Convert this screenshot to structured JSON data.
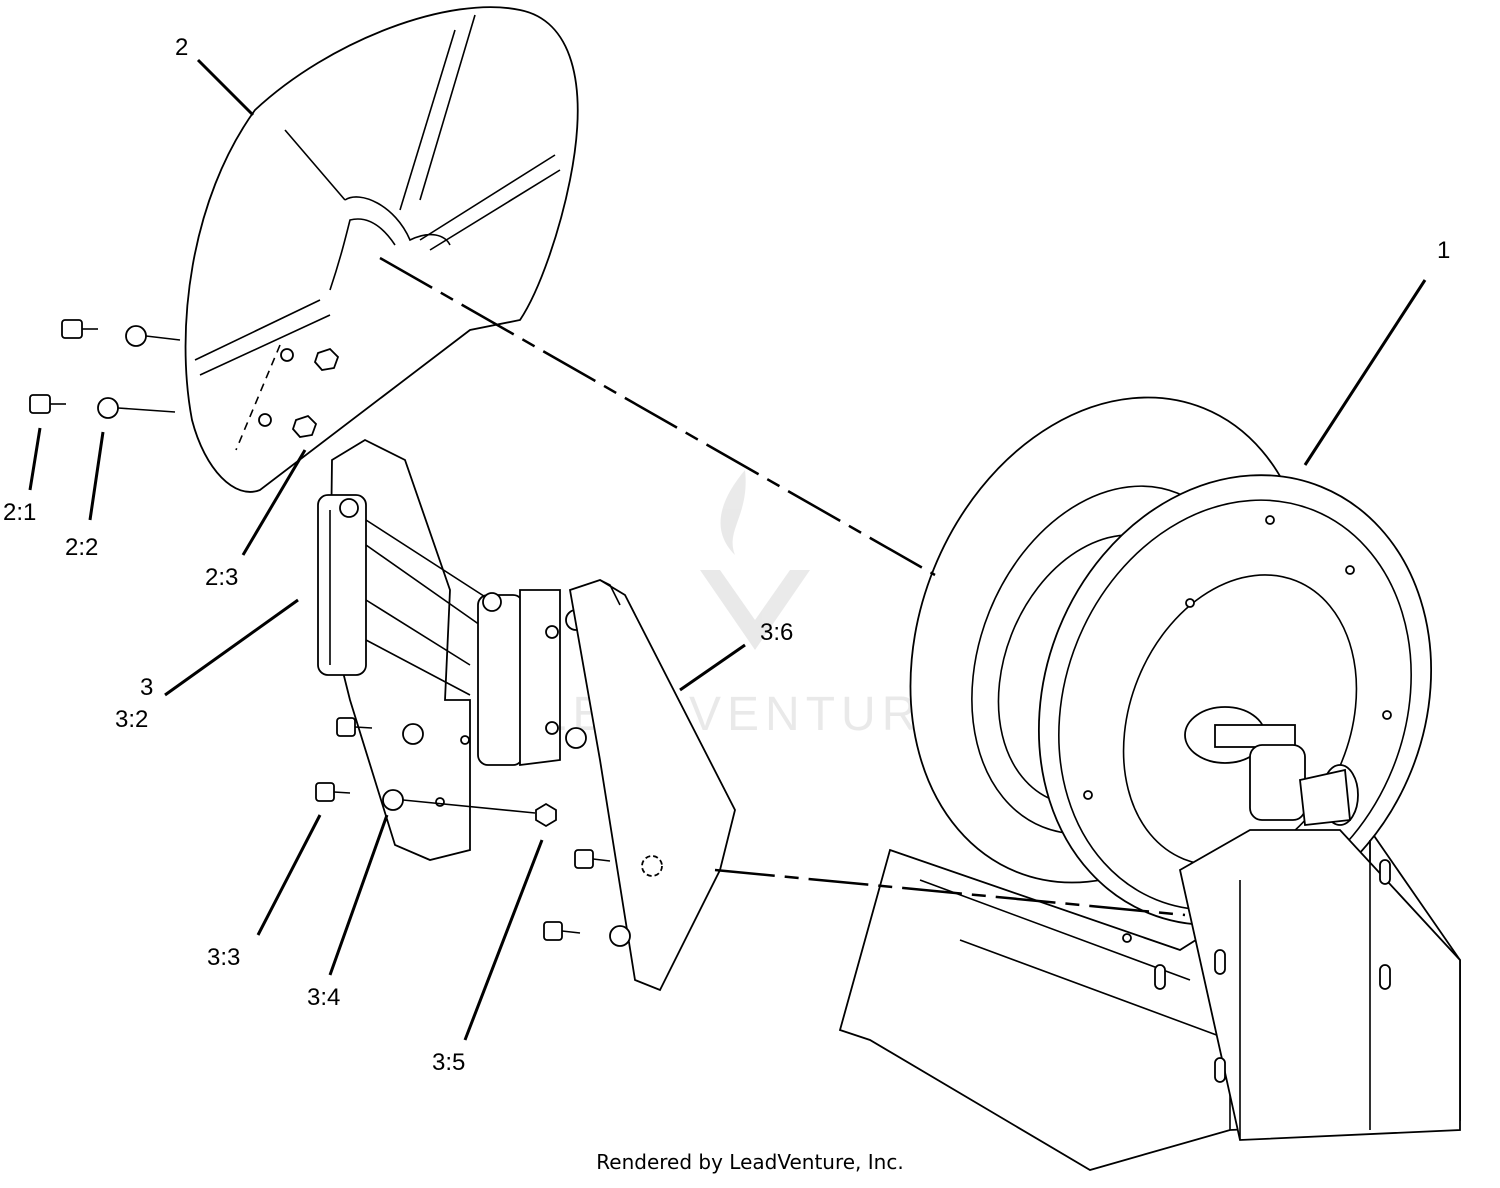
{
  "callouts": {
    "c1": "1",
    "c2": "2",
    "c2_1": "2:1",
    "c2_2": "2:2",
    "c2_3": "2:3",
    "c3": "3",
    "c3_2": "3:2",
    "c3_3": "3:3",
    "c3_4": "3:4",
    "c3_5": "3:5",
    "c3_6": "3:6"
  },
  "watermark": "LEADVENTURE",
  "footer": "Rendered by LeadVenture, Inc."
}
